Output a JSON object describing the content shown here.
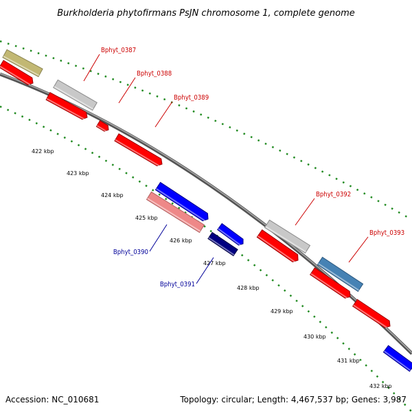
{
  "title": "Burkholderia phytofirmans PsJN chromosome 1, complete genome",
  "footer": {
    "accession": "Accession: NC_010681",
    "topology": "Topology: circular; Length: 4,467,537 bp; Genes: 3,987"
  },
  "ticks": [
    "422 kbp",
    "423 kbp",
    "424 kbp",
    "425 kbp",
    "426 kbp",
    "427 kbp",
    "428 kbp",
    "429 kbp",
    "430 kbp",
    "431 kbp",
    "432 kbp"
  ],
  "genes": [
    {
      "name": "",
      "color": "#c2b873",
      "strand": "+"
    },
    {
      "name": "",
      "color": "#ff0000",
      "strand": "-"
    },
    {
      "name": "Bphyt_0387",
      "color": "#c8c8c8",
      "strand": "+"
    },
    {
      "name": "Bphyt_0388",
      "color": "#ff0000",
      "strand": "-"
    },
    {
      "name": "Bphyt_0389",
      "color": "#ff0000",
      "strand": "-"
    },
    {
      "name": "Bphyt_0390",
      "color": "#ee8888",
      "strand": "+"
    },
    {
      "name": "Bphyt_0391",
      "color": "#000080",
      "strand": "+"
    },
    {
      "name": "Bphyt_0392",
      "color": "#c8c8c8",
      "strand": "+"
    },
    {
      "name": "Bphyt_0393",
      "color": "#4682b4",
      "strand": "+"
    }
  ],
  "colors": {
    "plus_label": "#cc0000",
    "minus_label": "#000099",
    "red_gene": "#ff0000",
    "blue_gene": "#0000ff",
    "backbone": "#808080",
    "tick_dots": "#228b22"
  }
}
